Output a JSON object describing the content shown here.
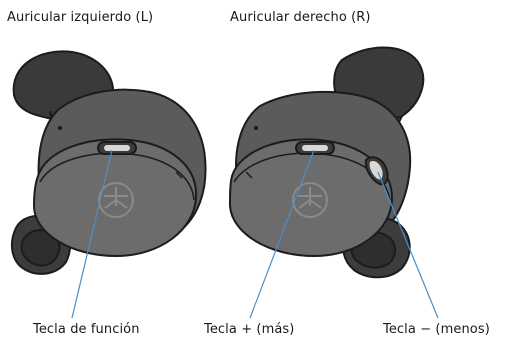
{
  "labels": {
    "left_earbud": "Auricular izquierdo (L)",
    "right_earbud": "Auricular derecho (R)",
    "function_key": "Tecla de función",
    "plus_key": "Tecla + (más)",
    "minus_key": "Tecla − (menos)"
  },
  "colors": {
    "body": "#5b5b5b",
    "body_dark": "#3c3c3c",
    "face": "#6c6c6c",
    "eartip": "#3a3a3a",
    "outline": "#1c1c1c",
    "callout_line": "#4a8fc8",
    "button": "#d8d8d8"
  }
}
